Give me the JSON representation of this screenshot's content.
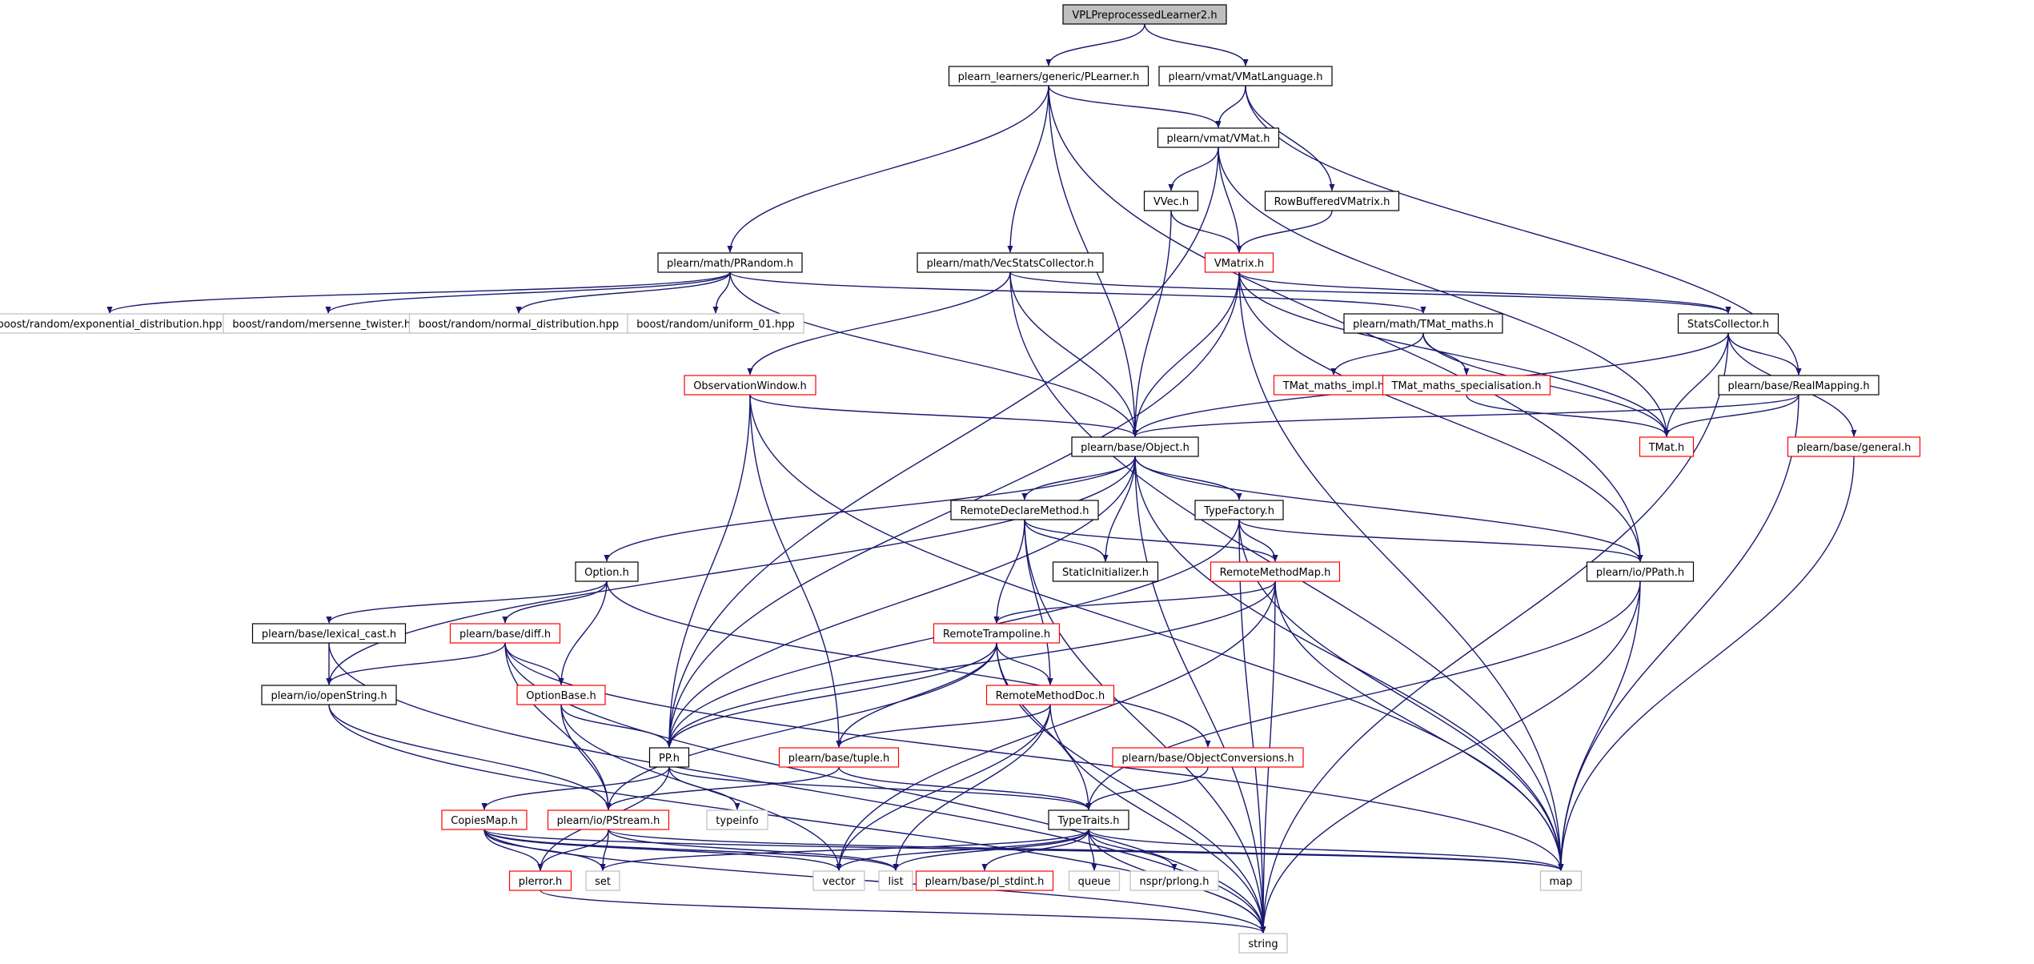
{
  "colors": {
    "background": "#ffffff",
    "edge": "#191970",
    "root_fill": "#bfbfbf",
    "node_border": "#000000",
    "truncated_border": "#ff0000",
    "external_border": "#bfbfbf"
  },
  "diagram": {
    "nodes": [
      {
        "id": "root",
        "label": "VPLPreprocessedLearner2.h",
        "kind": "root"
      },
      {
        "id": "plearner",
        "label": "plearn_learners/generic/PLearner.h",
        "kind": "normal"
      },
      {
        "id": "vmatlang",
        "label": "plearn/vmat/VMatLanguage.h",
        "kind": "normal"
      },
      {
        "id": "vmat",
        "label": "plearn/vmat/VMat.h",
        "kind": "normal"
      },
      {
        "id": "vvec",
        "label": "VVec.h",
        "kind": "normal"
      },
      {
        "id": "rowbuf",
        "label": "RowBufferedVMatrix.h",
        "kind": "normal"
      },
      {
        "id": "prandom",
        "label": "plearn/math/PRandom.h",
        "kind": "normal"
      },
      {
        "id": "vecstats",
        "label": "plearn/math/VecStatsCollector.h",
        "kind": "normal"
      },
      {
        "id": "vmatrix",
        "label": "VMatrix.h",
        "kind": "truncated"
      },
      {
        "id": "b_exp",
        "label": "boost/random/exponential_distribution.hpp",
        "kind": "external"
      },
      {
        "id": "b_mt",
        "label": "boost/random/mersenne_twister.hpp",
        "kind": "external"
      },
      {
        "id": "b_norm",
        "label": "boost/random/normal_distribution.hpp",
        "kind": "external"
      },
      {
        "id": "b_uni",
        "label": "boost/random/uniform_01.hpp",
        "kind": "external"
      },
      {
        "id": "tmatmaths",
        "label": "plearn/math/TMat_maths.h",
        "kind": "normal"
      },
      {
        "id": "statscoll",
        "label": "StatsCollector.h",
        "kind": "normal"
      },
      {
        "id": "obswin",
        "label": "ObservationWindow.h",
        "kind": "truncated"
      },
      {
        "id": "tmatimpl",
        "label": "TMat_maths_impl.h",
        "kind": "truncated"
      },
      {
        "id": "tmatspec",
        "label": "TMat_maths_specialisation.h",
        "kind": "truncated"
      },
      {
        "id": "realmap",
        "label": "plearn/base/RealMapping.h",
        "kind": "normal"
      },
      {
        "id": "object",
        "label": "plearn/base/Object.h",
        "kind": "normal"
      },
      {
        "id": "tmat",
        "label": "TMat.h",
        "kind": "truncated"
      },
      {
        "id": "general",
        "label": "plearn/base/general.h",
        "kind": "truncated"
      },
      {
        "id": "remotedecl",
        "label": "RemoteDeclareMethod.h",
        "kind": "normal"
      },
      {
        "id": "typefactory",
        "label": "TypeFactory.h",
        "kind": "normal"
      },
      {
        "id": "option",
        "label": "Option.h",
        "kind": "normal"
      },
      {
        "id": "staticinit",
        "label": "StaticInitializer.h",
        "kind": "normal"
      },
      {
        "id": "remotemm",
        "label": "RemoteMethodMap.h",
        "kind": "truncated"
      },
      {
        "id": "ppath",
        "label": "plearn/io/PPath.h",
        "kind": "normal"
      },
      {
        "id": "lexcast",
        "label": "plearn/base/lexical_cast.h",
        "kind": "normal"
      },
      {
        "id": "diff",
        "label": "plearn/base/diff.h",
        "kind": "truncated"
      },
      {
        "id": "remotetramp",
        "label": "RemoteTrampoline.h",
        "kind": "truncated"
      },
      {
        "id": "openstring",
        "label": "plearn/io/openString.h",
        "kind": "normal"
      },
      {
        "id": "optionbase",
        "label": "OptionBase.h",
        "kind": "truncated"
      },
      {
        "id": "remotedoc",
        "label": "RemoteMethodDoc.h",
        "kind": "truncated"
      },
      {
        "id": "objconv",
        "label": "plearn/base/ObjectConversions.h",
        "kind": "truncated"
      },
      {
        "id": "pp",
        "label": "PP.h",
        "kind": "normal"
      },
      {
        "id": "tuple",
        "label": "plearn/base/tuple.h",
        "kind": "truncated"
      },
      {
        "id": "copiesmap",
        "label": "CopiesMap.h",
        "kind": "truncated"
      },
      {
        "id": "pstream",
        "label": "plearn/io/PStream.h",
        "kind": "truncated"
      },
      {
        "id": "typeinfo",
        "label": "typeinfo",
        "kind": "external"
      },
      {
        "id": "typetraits",
        "label": "TypeTraits.h",
        "kind": "normal"
      },
      {
        "id": "perror",
        "label": "plerror.h",
        "kind": "truncated"
      },
      {
        "id": "set",
        "label": "set",
        "kind": "external"
      },
      {
        "id": "vector",
        "label": "vector",
        "kind": "external"
      },
      {
        "id": "list",
        "label": "list",
        "kind": "external"
      },
      {
        "id": "stdint",
        "label": "plearn/base/pl_stdint.h",
        "kind": "truncated"
      },
      {
        "id": "queue",
        "label": "queue",
        "kind": "external"
      },
      {
        "id": "prlong",
        "label": "nspr/prlong.h",
        "kind": "external"
      },
      {
        "id": "map",
        "label": "map",
        "kind": "external"
      },
      {
        "id": "string",
        "label": "string",
        "kind": "external"
      }
    ],
    "edges": [
      [
        "root",
        "plearner"
      ],
      [
        "root",
        "vmatlang"
      ],
      [
        "plearner",
        "vmat"
      ],
      [
        "plearner",
        "prandom"
      ],
      [
        "plearner",
        "vecstats"
      ],
      [
        "plearner",
        "object"
      ],
      [
        "plearner",
        "ppath"
      ],
      [
        "vmatlang",
        "vmat"
      ],
      [
        "vmatlang",
        "rowbuf"
      ],
      [
        "vmatlang",
        "realmap"
      ],
      [
        "vmat",
        "vvec"
      ],
      [
        "vmat",
        "vmatrix"
      ],
      [
        "vmat",
        "pp"
      ],
      [
        "vmat",
        "tmat"
      ],
      [
        "rowbuf",
        "vmatrix"
      ],
      [
        "vvec",
        "vmatrix"
      ],
      [
        "vvec",
        "object"
      ],
      [
        "prandom",
        "b_exp"
      ],
      [
        "prandom",
        "b_mt"
      ],
      [
        "prandom",
        "b_norm"
      ],
      [
        "prandom",
        "b_uni"
      ],
      [
        "prandom",
        "tmatmaths"
      ],
      [
        "prandom",
        "object"
      ],
      [
        "vecstats",
        "obswin"
      ],
      [
        "vecstats",
        "object"
      ],
      [
        "vecstats",
        "statscoll"
      ],
      [
        "vecstats",
        "map"
      ],
      [
        "vmatrix",
        "statscoll"
      ],
      [
        "vmatrix",
        "tmat"
      ],
      [
        "vmatrix",
        "object"
      ],
      [
        "vmatrix",
        "pp"
      ],
      [
        "vmatrix",
        "map"
      ],
      [
        "vmatrix",
        "ppath"
      ],
      [
        "tmatmaths",
        "tmatimpl"
      ],
      [
        "tmatmaths",
        "tmatspec"
      ],
      [
        "tmatmaths",
        "tmat"
      ],
      [
        "tmatspec",
        "tmat"
      ],
      [
        "statscoll",
        "realmap"
      ],
      [
        "statscoll",
        "tmat"
      ],
      [
        "statscoll",
        "general"
      ],
      [
        "statscoll",
        "object"
      ],
      [
        "statscoll",
        "string"
      ],
      [
        "realmap",
        "object"
      ],
      [
        "realmap",
        "tmat"
      ],
      [
        "realmap",
        "map"
      ],
      [
        "general",
        "map"
      ],
      [
        "obswin",
        "object"
      ],
      [
        "obswin",
        "pp"
      ],
      [
        "obswin",
        "tuple"
      ],
      [
        "obswin",
        "map"
      ],
      [
        "object",
        "remotedecl"
      ],
      [
        "object",
        "staticinit"
      ],
      [
        "object",
        "typefactory"
      ],
      [
        "object",
        "option"
      ],
      [
        "object",
        "ppath"
      ],
      [
        "object",
        "pp"
      ],
      [
        "object",
        "openstring"
      ],
      [
        "object",
        "map"
      ],
      [
        "object",
        "string"
      ],
      [
        "remotedecl",
        "staticinit"
      ],
      [
        "remotedecl",
        "remotemm"
      ],
      [
        "remotedecl",
        "remotetramp"
      ],
      [
        "remotedecl",
        "remotedoc"
      ],
      [
        "remotedecl",
        "string"
      ],
      [
        "typefactory",
        "remotemm"
      ],
      [
        "typefactory",
        "ppath"
      ],
      [
        "typefactory",
        "pp"
      ],
      [
        "typefactory",
        "map"
      ],
      [
        "typefactory",
        "string"
      ],
      [
        "option",
        "lexcast"
      ],
      [
        "option",
        "diff"
      ],
      [
        "option",
        "optionbase"
      ],
      [
        "option",
        "objconv"
      ],
      [
        "remotemm",
        "remotetramp"
      ],
      [
        "remotemm",
        "pp"
      ],
      [
        "remotemm",
        "map"
      ],
      [
        "remotemm",
        "string"
      ],
      [
        "remotemm",
        "vector"
      ],
      [
        "ppath",
        "typetraits"
      ],
      [
        "ppath",
        "map"
      ],
      [
        "ppath",
        "string"
      ],
      [
        "lexcast",
        "openstring"
      ],
      [
        "lexcast",
        "string"
      ],
      [
        "diff",
        "openstring"
      ],
      [
        "diff",
        "optionbase"
      ],
      [
        "diff",
        "pstream"
      ],
      [
        "diff",
        "map"
      ],
      [
        "diff",
        "string"
      ],
      [
        "remotetramp",
        "remotedoc"
      ],
      [
        "remotetramp",
        "tuple"
      ],
      [
        "remotetramp",
        "pp"
      ],
      [
        "remotetramp",
        "pstream"
      ],
      [
        "remotetramp",
        "typetraits"
      ],
      [
        "remotetramp",
        "string"
      ],
      [
        "openstring",
        "pstream"
      ],
      [
        "openstring",
        "string"
      ],
      [
        "optionbase",
        "pp"
      ],
      [
        "optionbase",
        "pstream"
      ],
      [
        "optionbase",
        "vector"
      ],
      [
        "remotedoc",
        "tuple"
      ],
      [
        "remotedoc",
        "list"
      ],
      [
        "remotedoc",
        "vector"
      ],
      [
        "remotedoc",
        "string"
      ],
      [
        "objconv",
        "typetraits"
      ],
      [
        "pp",
        "copiesmap"
      ],
      [
        "pp",
        "typeinfo"
      ],
      [
        "pp",
        "typetraits"
      ],
      [
        "pp",
        "perror"
      ],
      [
        "tuple",
        "pstream"
      ],
      [
        "tuple",
        "typetraits"
      ],
      [
        "copiesmap",
        "perror"
      ],
      [
        "copiesmap",
        "set"
      ],
      [
        "copiesmap",
        "vector"
      ],
      [
        "copiesmap",
        "map"
      ],
      [
        "copiesmap",
        "string"
      ],
      [
        "copiesmap",
        "list"
      ],
      [
        "pstream",
        "perror"
      ],
      [
        "pstream",
        "set"
      ],
      [
        "pstream",
        "list"
      ],
      [
        "pstream",
        "map"
      ],
      [
        "typetraits",
        "set"
      ],
      [
        "typetraits",
        "vector"
      ],
      [
        "typetraits",
        "list"
      ],
      [
        "typetraits",
        "stdint"
      ],
      [
        "typetraits",
        "queue"
      ],
      [
        "typetraits",
        "prlong"
      ],
      [
        "typetraits",
        "map"
      ],
      [
        "typetraits",
        "string"
      ],
      [
        "perror",
        "string"
      ]
    ]
  }
}
